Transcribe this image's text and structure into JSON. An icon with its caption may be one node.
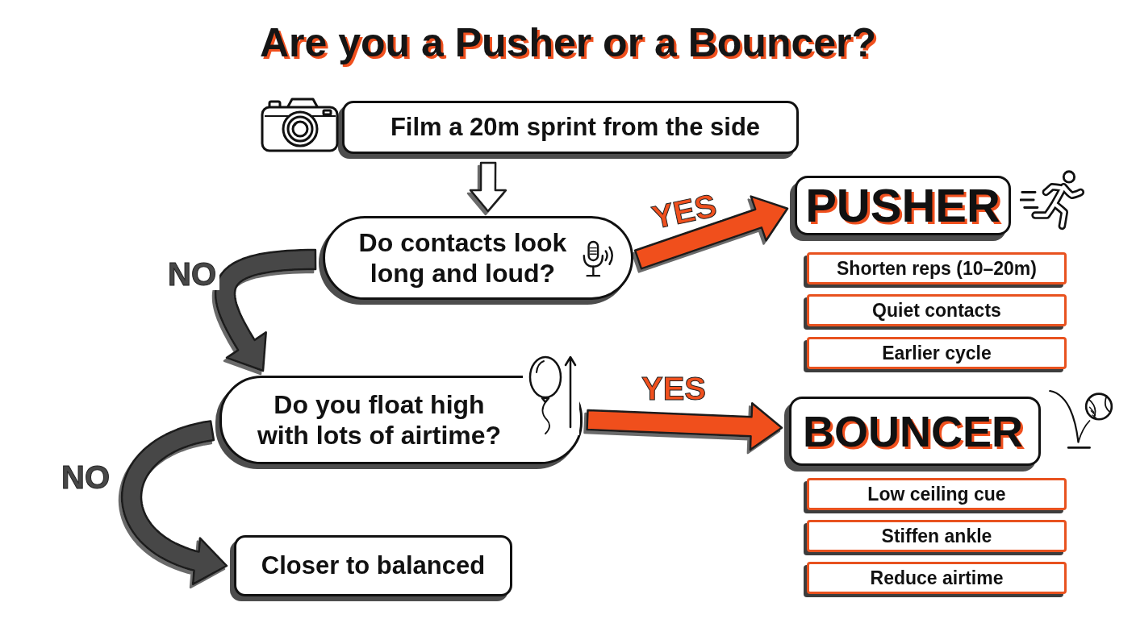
{
  "diagram": {
    "title": "Are you a Pusher or a Bouncer?",
    "nodes": [
      {
        "text": [
          "Film a 20m sprint from the side"
        ]
      },
      {
        "text": [
          "Do contacts look long and loud?"
        ]
      },
      {
        "text": [
          "PUSHER"
        ]
      },
      {
        "text": [
          "Shorten reps (10–20m)"
        ]
      },
      {
        "text": [
          "Quiet contacts"
        ]
      },
      {
        "text": [
          "Earlier cycle"
        ]
      },
      {
        "text": [
          "Do you float high with lots of airtime?"
        ]
      },
      {
        "text": [
          "BOUNCER"
        ]
      },
      {
        "text": [
          "Low ceiling cue"
        ]
      },
      {
        "text": [
          "Stiffen ankle"
        ]
      },
      {
        "text": [
          "Reduce airtime"
        ]
      },
      {
        "text": [
          "Closer to balanced"
        ]
      }
    ],
    "edges": [
      {
        "from": 0,
        "to": 1,
        "arrow": "to"
      },
      {
        "from": 1,
        "to": 2,
        "arrow": "to",
        "label": "YES",
        "style": "thick",
        "color": "#f0501e"
      },
      {
        "from": 1,
        "to": 6,
        "arrow": "to",
        "label": "NO",
        "style": "thick",
        "color": "#474747"
      },
      {
        "from": 6,
        "to": 7,
        "arrow": "to",
        "label": "YES",
        "style": "thick",
        "color": "#f0501e"
      },
      {
        "from": 6,
        "to": 11,
        "arrow": "to",
        "label": "NO",
        "style": "thick",
        "color": "#474747"
      }
    ]
  }
}
